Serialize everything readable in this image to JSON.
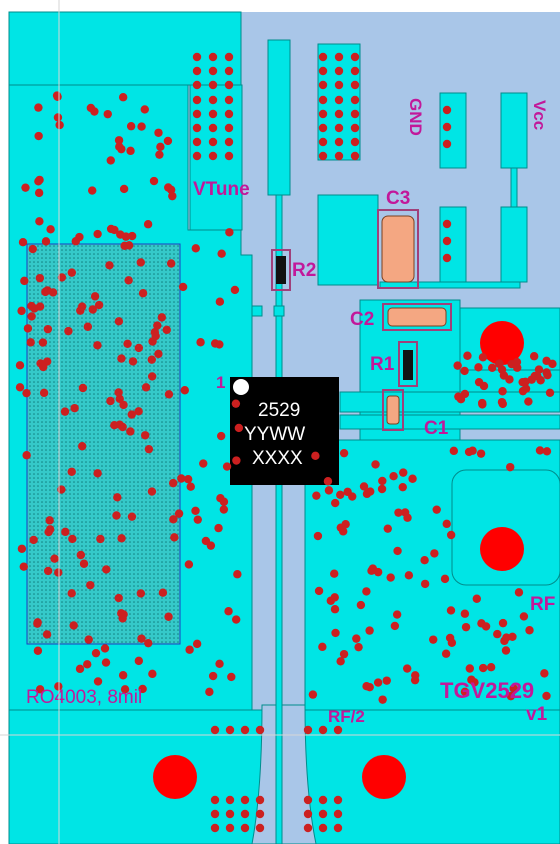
{
  "layout_title": "TGV2529 evaluation board layout",
  "labels": {
    "gnd": "GND",
    "vcc": "Vcc",
    "vtune": "VTune",
    "c3": "C3",
    "r2": "R2",
    "c2": "C2",
    "r1": "R1",
    "c1": "C1",
    "pin1": "1",
    "rf": "RF",
    "rf2": "RF/2",
    "material": "RO4003, 8mil",
    "part": "TGV2529",
    "version": "v1"
  },
  "chip": {
    "line1": "2529",
    "line2": "YYWW",
    "line3": "XXXX"
  },
  "colors": {
    "board_background": "#a9c6e8",
    "copper": "#00e5e5",
    "copper_edge": "#008c8c",
    "via": "#cc2020",
    "large_via": "#ff0000",
    "label": "#c2189a",
    "chip_body": "#000000",
    "capacitor_fill": "#f4a782",
    "resistor_fill": "#111111",
    "pad_outline": "#a0407a"
  }
}
